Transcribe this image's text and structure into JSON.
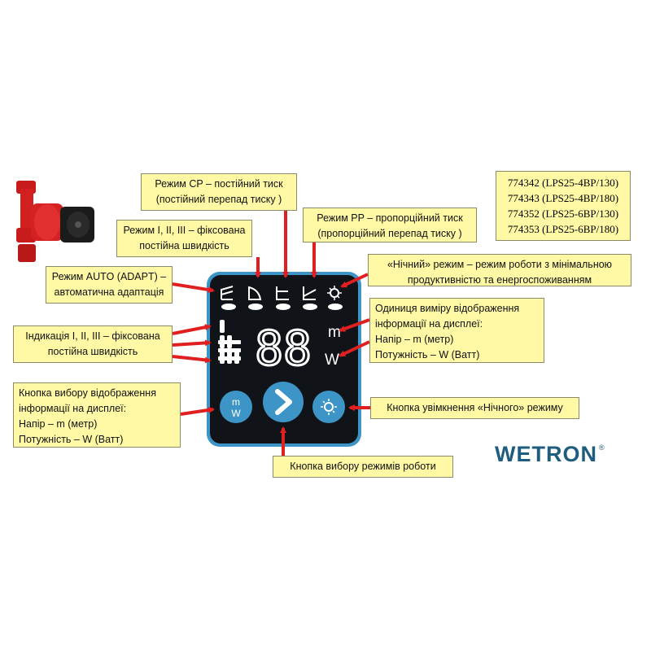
{
  "colors": {
    "callout_bg": "#fff9a6",
    "arrow": "#e02020",
    "panel_bg": "#101418",
    "panel_border": "#3d94c7",
    "button": "#3d94c7",
    "brand": "#1f5d7e",
    "pump_red": "#d21f1f"
  },
  "callouts": {
    "cp": [
      "Режим CP – постійний тиск",
      "(постійний перепад тиску )"
    ],
    "fixed_speed": [
      "Режим I, II, III – фіксована",
      "постійна швидкість"
    ],
    "pp": [
      "Режим PP – пропорційний тиск",
      "(пропорційний перепад тиску )"
    ],
    "auto": [
      "Режим AUTO (ADAPT) –",
      "автоматична адаптація"
    ],
    "night": [
      "«Нічний» режим – режим роботи з мінімальною",
      "продуктивністю та енергоспоживанням"
    ],
    "units": [
      "Одиниця виміру відображення",
      "інформації на дисплеї:",
      "Напір – m (метр)",
      "Потужність – W (Ватт)"
    ],
    "indication": [
      "Індикація I, II, III – фіксована",
      "постійна швидкість"
    ],
    "display_button": [
      "Кнопка вибору відображення",
      "інформації на дисплеї:",
      "Напір – m (метр)",
      "Потужність – W (Ватт)"
    ],
    "night_button": [
      "Кнопка увімкнення «Нічного» режиму"
    ],
    "mode_button": [
      "Кнопка вибору режимів роботи"
    ]
  },
  "models": [
    "774342 (LPS25-4BP/130)",
    "774343 (LPS25-4BP/180)",
    "774352 (LPS25-6BP/130)",
    "774353 (LPS25-6BP/180)"
  ],
  "panel": {
    "digits": "88",
    "unit_m": "m",
    "unit_w": "W",
    "button_mw_top": "m",
    "button_mw_bottom": "W"
  },
  "brand": {
    "name": "WETRON",
    "reg": "®"
  }
}
